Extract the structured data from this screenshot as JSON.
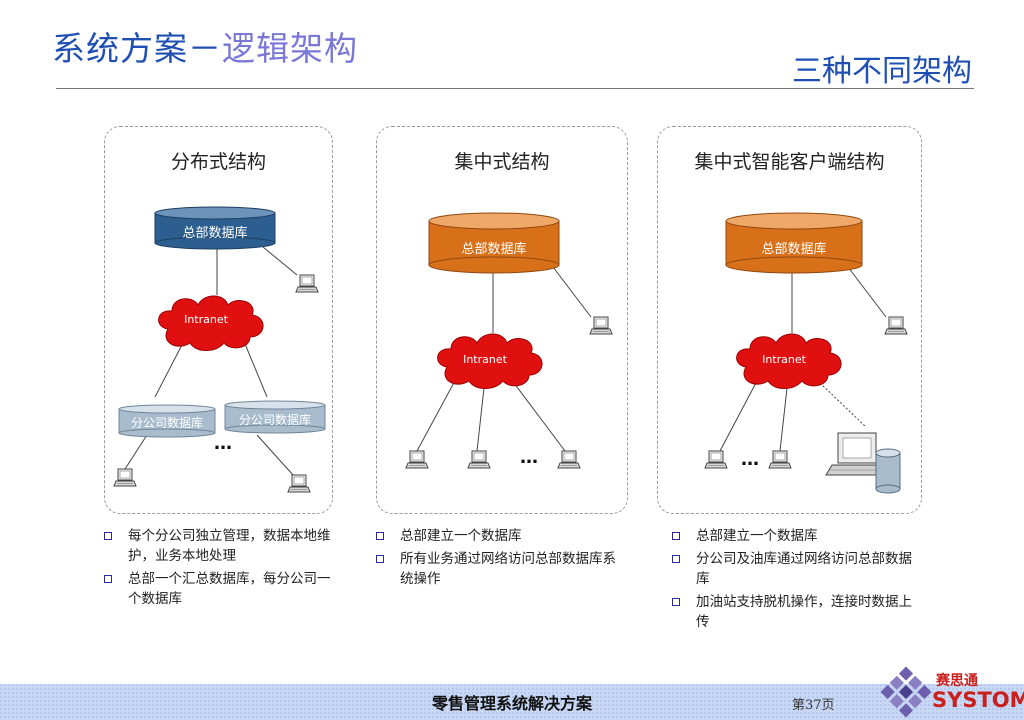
{
  "header": {
    "title_main": "系统方案－",
    "title_accent": "逻辑架构",
    "subtitle": "三种不同架构"
  },
  "panels": [
    {
      "title": "分布式结构",
      "hq_db": "总部数据库",
      "network": "Intranet",
      "branch_db": "分公司数据库",
      "ellipsis": "…",
      "bullets": [
        "每个分公司独立管理，数据本地维护，业务本地处理",
        "总部一个汇总数据库，每分公司一个数据库"
      ]
    },
    {
      "title": "集中式结构",
      "hq_db": "总部数据库",
      "network": "Intranet",
      "ellipsis": "…",
      "bullets": [
        "总部建立一个数据库",
        "所有业务通过网络访问总部数据库系统操作"
      ]
    },
    {
      "title": "集中式智能客户端结构",
      "hq_db": "总部数据库",
      "network": "Intranet",
      "ellipsis": "…",
      "bullets": [
        "总部建立一个数据库",
        "分公司及油库通过网络访问总部数据库",
        "加油站支持脱机操作，连接时数据上传"
      ]
    }
  ],
  "footer": {
    "text": "零售管理系统解决方案",
    "page": "第37页"
  },
  "logo": {
    "cn": "赛思通",
    "en": "SYSTOM"
  },
  "colors": {
    "title_blue": "#1f4fb3",
    "title_violet": "#7a78d6",
    "db_blue": "#2c5f8f",
    "db_orange": "#d8701a",
    "cloud_red": "#e01010",
    "branch_db_gray": "#a8bccd",
    "footer_blue": "#bcd0f2",
    "logo_red": "#c8201c"
  }
}
